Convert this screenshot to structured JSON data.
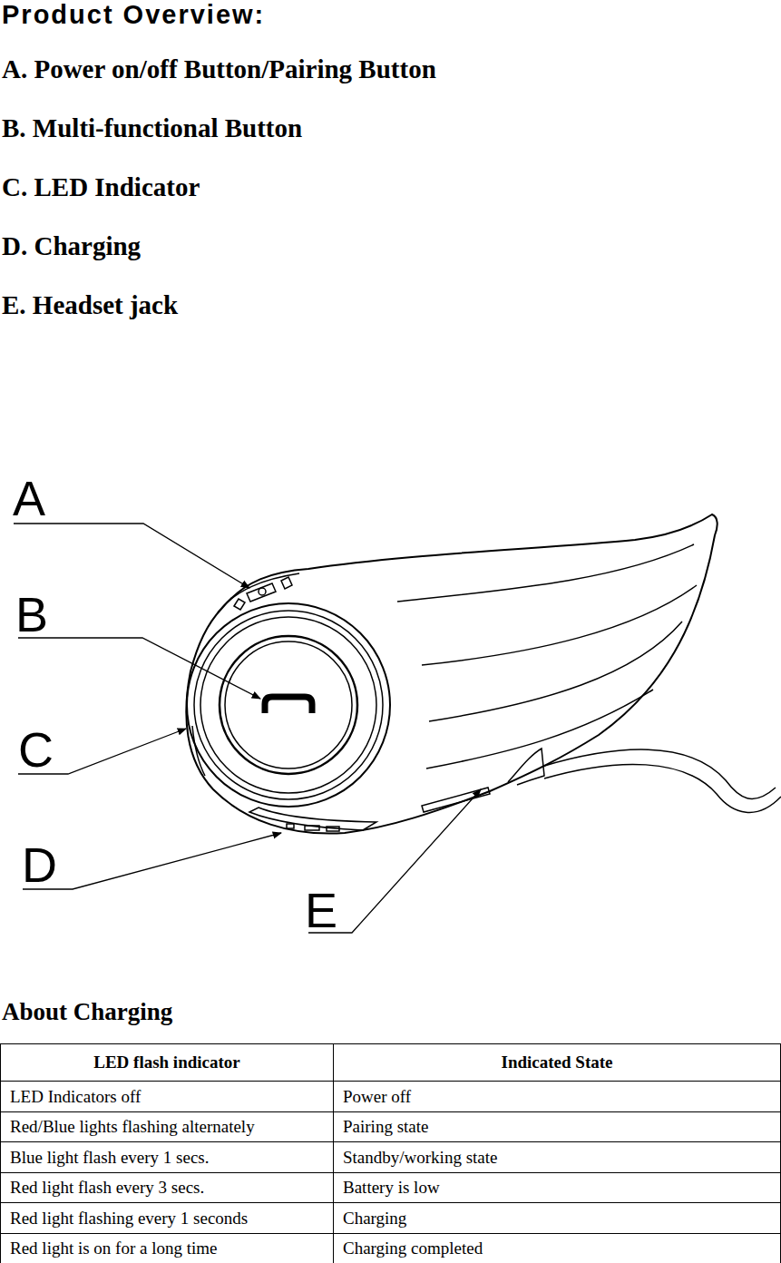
{
  "diagram": {
    "title": "Product Overview:",
    "labels": [
      "A. Power on/off Button/Pairing Button",
      "B. Multi-functional Button",
      "C. LED Indicator",
      "D. Charging",
      "E. Headset jack",
      "A",
      "B",
      "C",
      "D",
      "E",
      "About Charging",
      "LED flash indicator",
      "Indicated State",
      "LED Indicators off",
      "Power off",
      "Red/Blue lights flashing alternately",
      "Pairing state",
      "Blue light flash every 1 secs.",
      "Standby/working state",
      "Red light flash every 3 secs.",
      "Battery is low",
      "Red light flashing every 1 seconds",
      "Charging",
      "Red light is on for a long time",
      "Charging completed"
    ]
  }
}
